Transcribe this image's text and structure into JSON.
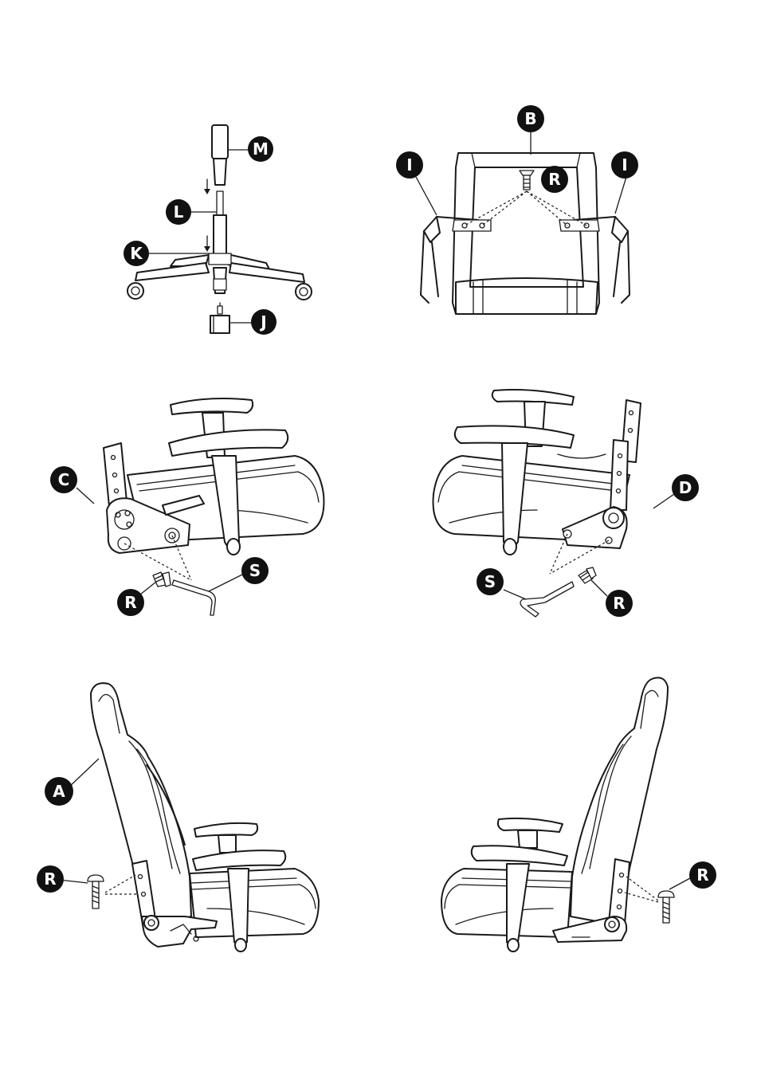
{
  "labels": {
    "M": "M",
    "L": "L",
    "K": "K",
    "J": "J",
    "B": "B",
    "I_left": "I",
    "I_right": "I",
    "R_top": "R",
    "C": "C",
    "D": "D",
    "S_left": "S",
    "S_right": "S",
    "R_mid_left": "R",
    "R_mid_right": "R",
    "A": "A",
    "R_bottom_left": "R",
    "R_bottom_right": "R"
  },
  "colors": {
    "ink": "#1a1a1a",
    "badge": "#111111",
    "paper": "#ffffff"
  }
}
